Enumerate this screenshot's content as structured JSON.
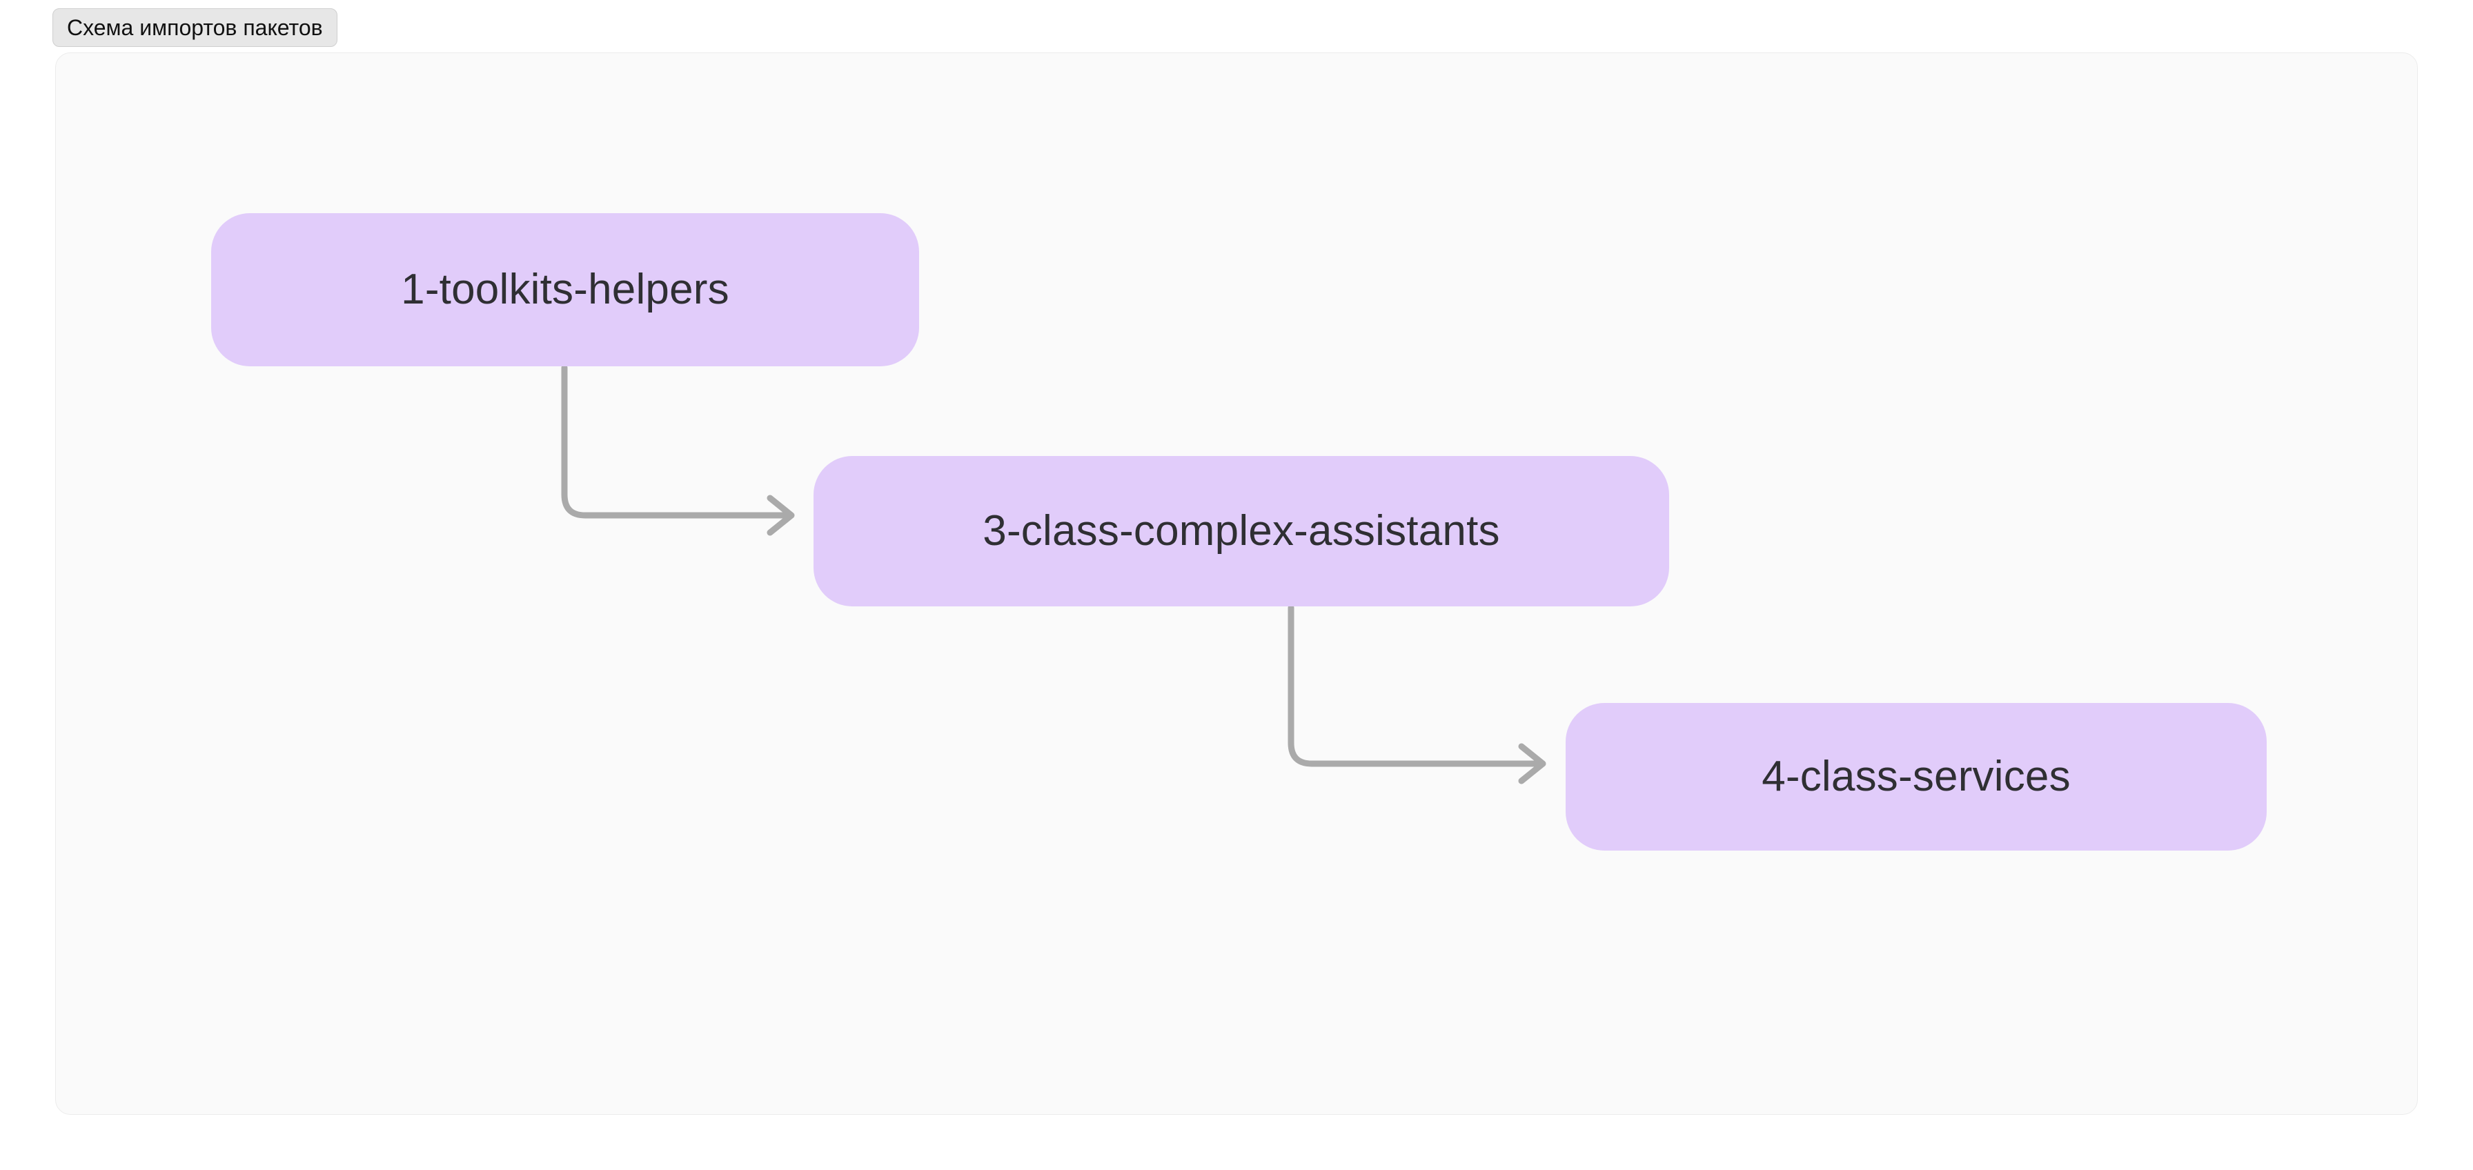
{
  "title_tab": {
    "label": "Схема импортов пакетов",
    "background": "#e7e7e7",
    "border_color": "#cfcfcf",
    "text_color": "#111111"
  },
  "panel": {
    "background": "#fafafa",
    "border_color": "#ececec"
  },
  "diagram": {
    "type": "flowchart",
    "direction": "top-left-to-bottom-right",
    "node_fill": "#e1ccfa",
    "node_text_color": "#2f2f33",
    "edge_color": "#aaaaaa",
    "nodes": [
      {
        "id": "node-1",
        "label": "1-toolkits-helpers"
      },
      {
        "id": "node-2",
        "label": "3-class-complex-assistants"
      },
      {
        "id": "node-3",
        "label": "4-class-services"
      }
    ],
    "edges": [
      {
        "id": "edge-1",
        "from": "node-1",
        "to": "node-2",
        "style": "elbow-arrow"
      },
      {
        "id": "edge-2",
        "from": "node-2",
        "to": "node-3",
        "style": "elbow-arrow"
      }
    ]
  }
}
